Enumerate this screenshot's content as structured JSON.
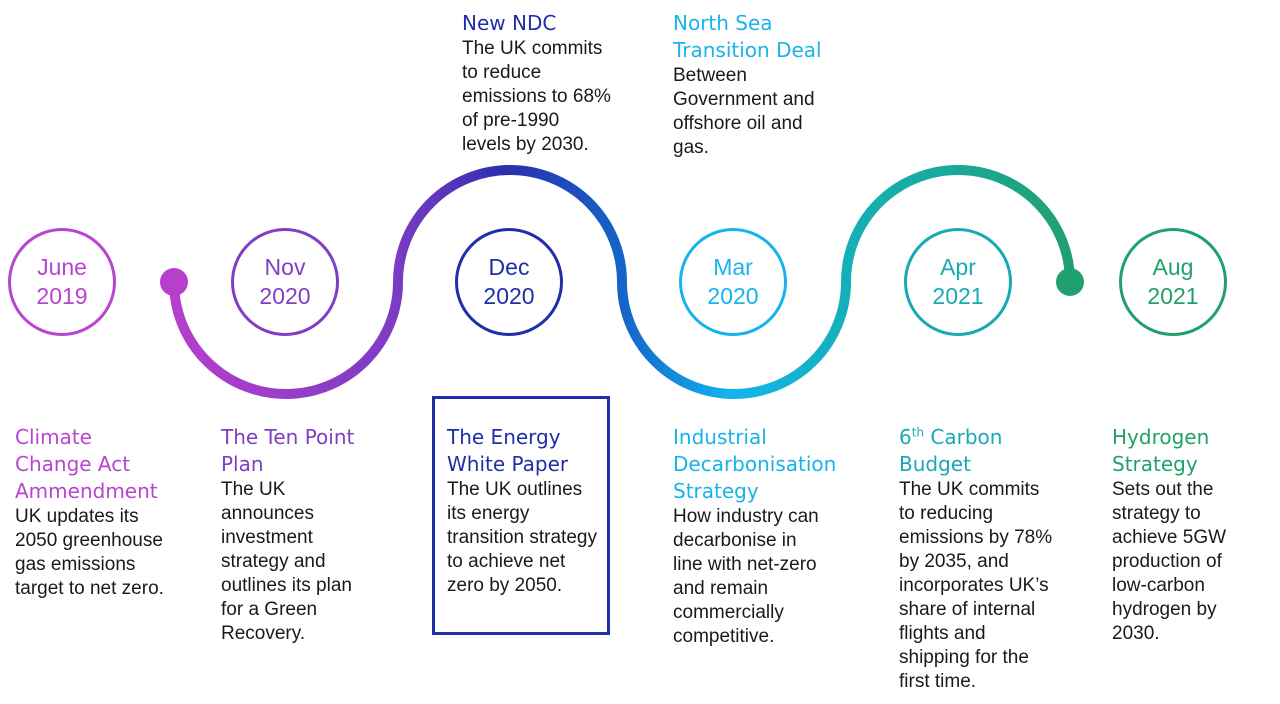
{
  "colors": {
    "june": "#b845d0",
    "nov": "#7e3fc2",
    "dec": "#1f2fa8",
    "mar": "#19b3ec",
    "apr": "#18aab4",
    "aug": "#21a06a"
  },
  "dates": [
    {
      "month": "June",
      "year": "2019"
    },
    {
      "month": "Nov",
      "year": "2020"
    },
    {
      "month": "Dec",
      "year": "2020"
    },
    {
      "month": "Mar",
      "year": "2020"
    },
    {
      "month": "Apr",
      "year": "2021"
    },
    {
      "month": "Aug",
      "year": "2021"
    }
  ],
  "top_events": [
    {
      "title": "New NDC",
      "body": [
        "The UK commits",
        "to reduce",
        "emissions to 68%",
        "of pre-1990",
        "levels by 2030."
      ]
    },
    {
      "title": [
        "North Sea",
        "Transition Deal"
      ],
      "body": [
        "Between",
        "Government and",
        "offshore oil and",
        "gas."
      ]
    }
  ],
  "bottom_events": [
    {
      "title": [
        "Climate",
        "Change Act",
        "Ammendment"
      ],
      "body": [
        "UK updates its",
        "2050 greenhouse",
        "gas emissions",
        "target to net zero."
      ]
    },
    {
      "title": [
        "The Ten Point",
        "Plan"
      ],
      "body": [
        "The UK",
        "announces",
        "investment",
        "strategy and",
        "outlines its plan",
        "for a Green",
        "Recovery."
      ]
    },
    {
      "title": [
        "The Energy",
        "White Paper"
      ],
      "body": [
        "The UK outlines",
        "its energy",
        "transition strategy",
        "to achieve net",
        "zero by 2050."
      ]
    },
    {
      "title": [
        "Industrial",
        "Decarbonisation",
        "Strategy"
      ],
      "body": [
        "How industry can",
        "decarbonise in",
        "line with net-zero",
        "and remain",
        "commercially",
        "competitive."
      ]
    },
    {
      "title_num": "6",
      "title_sup": "th",
      "title": [
        " Carbon",
        "Budget"
      ],
      "body": [
        "The UK commits",
        "to reducing",
        "emissions by 78%",
        "by 2035, and",
        "incorporates UK’s",
        "share of internal",
        "flights and",
        "shipping for the",
        "first time."
      ]
    },
    {
      "title": [
        "Hydrogen",
        "Strategy"
      ],
      "body": [
        "Sets out the",
        "strategy to",
        "achieve 5GW",
        "production of",
        "low-carbon",
        "hydrogen by",
        "2030."
      ]
    }
  ]
}
